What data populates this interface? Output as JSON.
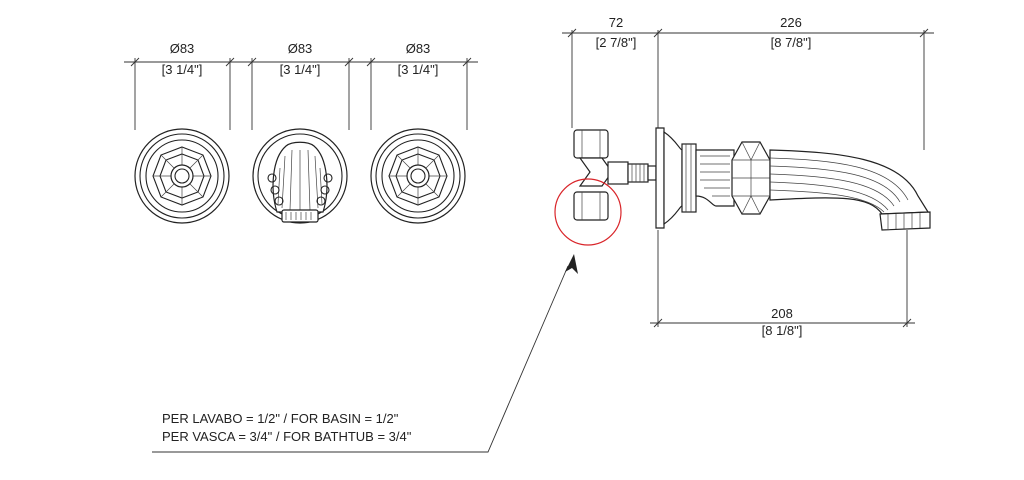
{
  "dimensions": {
    "handle_1": {
      "metric": "Ø83",
      "imperial": "[3 1/4\"]"
    },
    "handle_2": {
      "metric": "Ø83",
      "imperial": "[3 1/4\"]"
    },
    "handle_3": {
      "metric": "Ø83",
      "imperial": "[3 1/4\"]"
    },
    "connector_depth": {
      "metric": "72",
      "imperial": "[2 7/8\"]"
    },
    "spout_height": {
      "metric": "226",
      "imperial": "[8 7/8\"]"
    },
    "spout_reach": {
      "metric": "208",
      "imperial": "[8 1/8\"]"
    }
  },
  "note": {
    "line1": "PER LAVABO = 1/2\" / FOR BASIN = 1/2\"",
    "line2": "PER VASCA = 3/4\" / FOR BATHTUB = 3/4\""
  },
  "colors": {
    "line": "#222222",
    "highlight": "#d9252a",
    "background": "#ffffff"
  }
}
